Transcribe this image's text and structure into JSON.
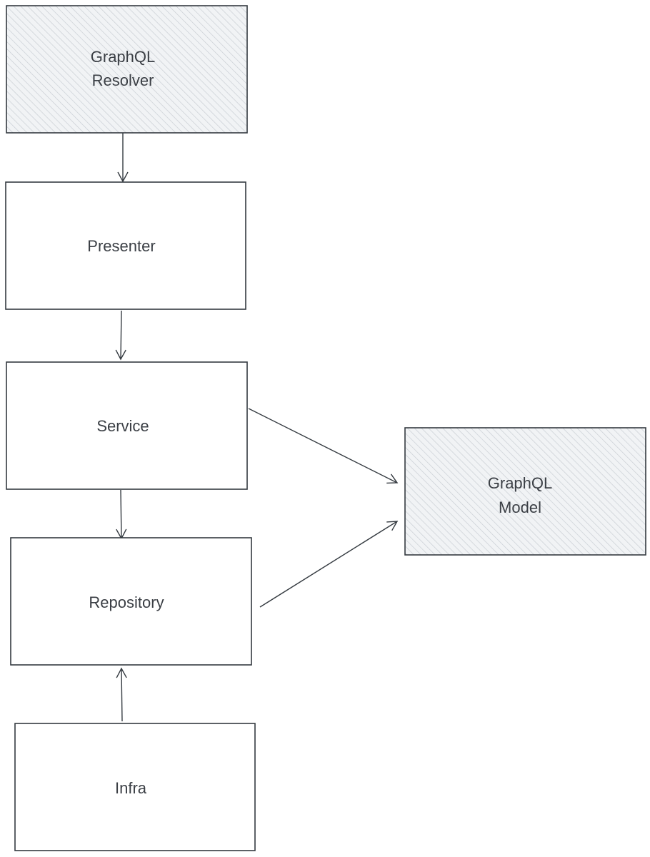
{
  "diagram": {
    "nodes": [
      {
        "id": "graphql-resolver",
        "lines": [
          "GraphQL",
          "Resolver"
        ],
        "hatched": true
      },
      {
        "id": "presenter",
        "lines": [
          "Presenter"
        ],
        "hatched": false
      },
      {
        "id": "service",
        "lines": [
          "Service"
        ],
        "hatched": false
      },
      {
        "id": "repository",
        "lines": [
          "Repository"
        ],
        "hatched": false
      },
      {
        "id": "infra",
        "lines": [
          "Infra"
        ],
        "hatched": false
      },
      {
        "id": "graphql-model",
        "lines": [
          "GraphQL",
          "Model"
        ],
        "hatched": true
      }
    ],
    "edges": [
      {
        "from": "graphql-resolver",
        "to": "presenter"
      },
      {
        "from": "presenter",
        "to": "service"
      },
      {
        "from": "service",
        "to": "repository"
      },
      {
        "from": "infra",
        "to": "repository"
      },
      {
        "from": "service",
        "to": "graphql-model"
      },
      {
        "from": "repository",
        "to": "graphql-model"
      }
    ],
    "colors": {
      "stroke": "#343a40",
      "hatch": "#c9ced4",
      "hatch_bg": "#f1f3f5",
      "text": "#3b3f45"
    }
  }
}
